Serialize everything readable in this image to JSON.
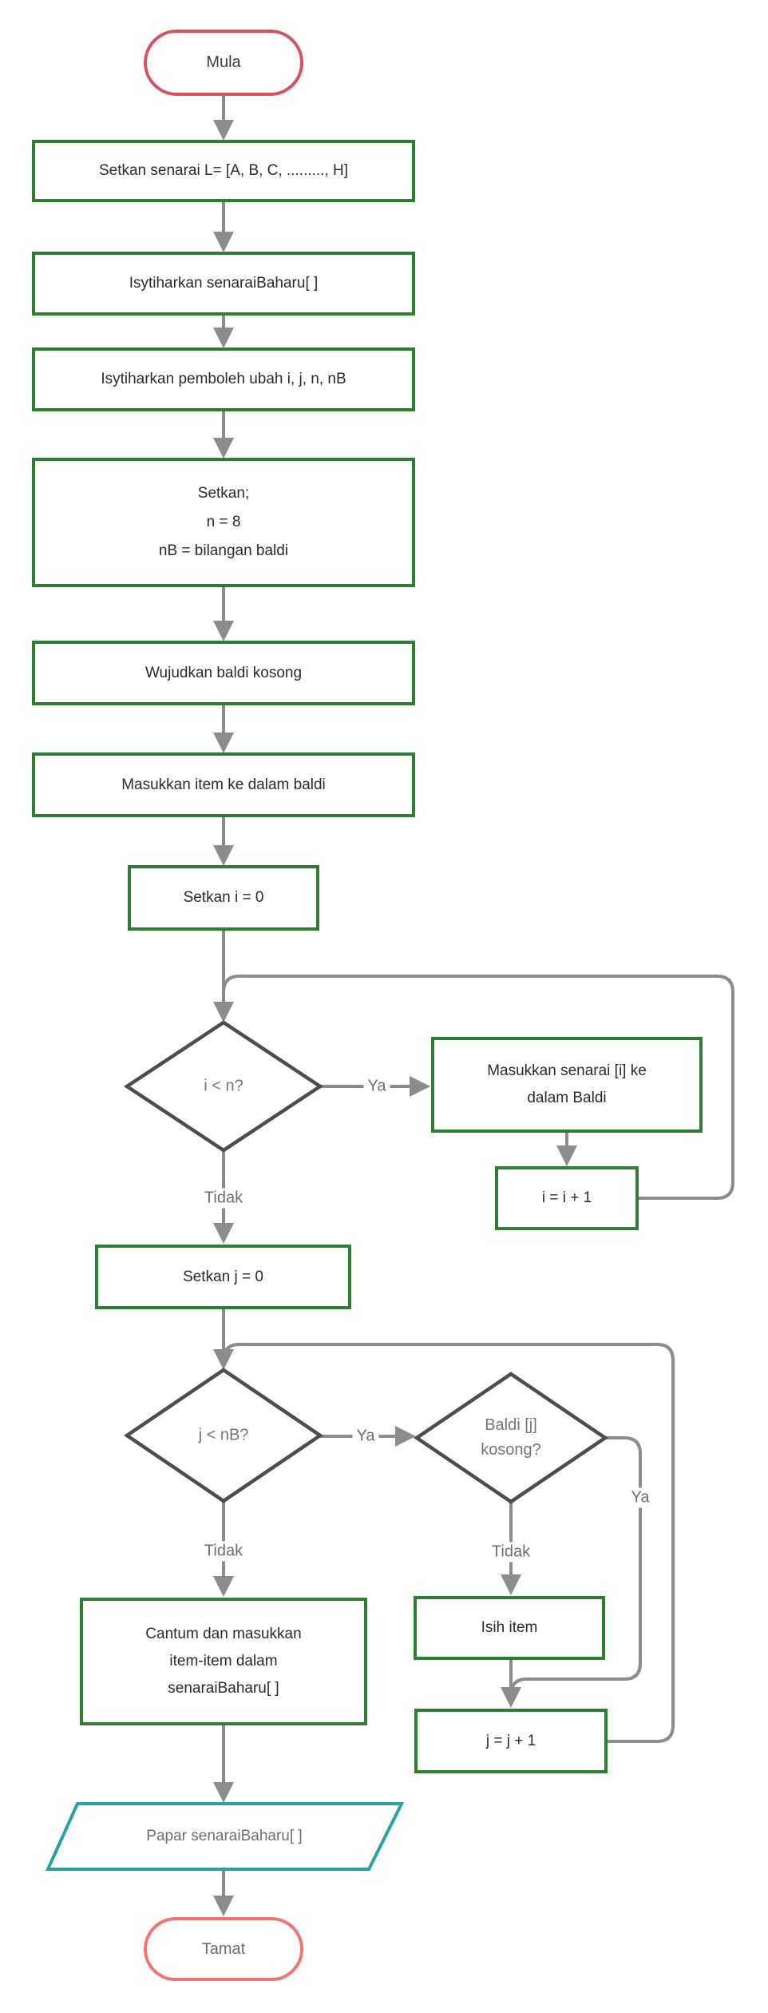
{
  "flowchart": {
    "nodes": {
      "start": "Mula",
      "set_list": "Setkan senarai L= [A, B, C, ........., H]",
      "declare_new_list": "Isytiharkan senaraiBaharu[ ]",
      "declare_vars": "Isytiharkan pemboleh ubah i, j, n, nB",
      "set_values": {
        "line1": "Setkan;",
        "line2": "n = 8",
        "line3": "nB = bilangan baldi"
      },
      "create_buckets": "Wujudkan baldi kosong",
      "put_items": "Masukkan item ke dalam baldi",
      "set_i": "Setkan i = 0",
      "cond_i": "i < n?",
      "put_list_item": {
        "line1": "Masukkan senarai [i] ke",
        "line2": "dalam Baldi"
      },
      "inc_i": "i = i + 1",
      "set_j": "Setkan j = 0",
      "cond_j": "j < nB?",
      "cond_bucket_empty": {
        "line1": "Baldi [j]",
        "line2": "kosong?"
      },
      "sort_item": "Isih item",
      "inc_j": "j = j + 1",
      "merge_items": {
        "line1": "Cantum dan masukkan",
        "line2": "item-item dalam",
        "line3": "senaraiBaharu[ ]"
      },
      "display_output": "Papar senaraiBaharu[ ]",
      "end": "Tamat"
    },
    "edge_labels": {
      "cond_i_yes": "Ya",
      "cond_i_no": "Tidak",
      "cond_j_yes": "Ya",
      "cond_j_no": "Tidak",
      "cond_empty_yes": "Ya",
      "cond_empty_no": "Tidak"
    },
    "colors": {
      "start_border": "#d5535e",
      "end_border": "#f4736e",
      "process_border": "#2e7d32",
      "decision_border": "#4d4d4d",
      "io_border": "#26a2a0",
      "connector": "#8c8c8c",
      "text_dark": "#2b2b2b",
      "text_gray": "#6e6e6e"
    }
  }
}
